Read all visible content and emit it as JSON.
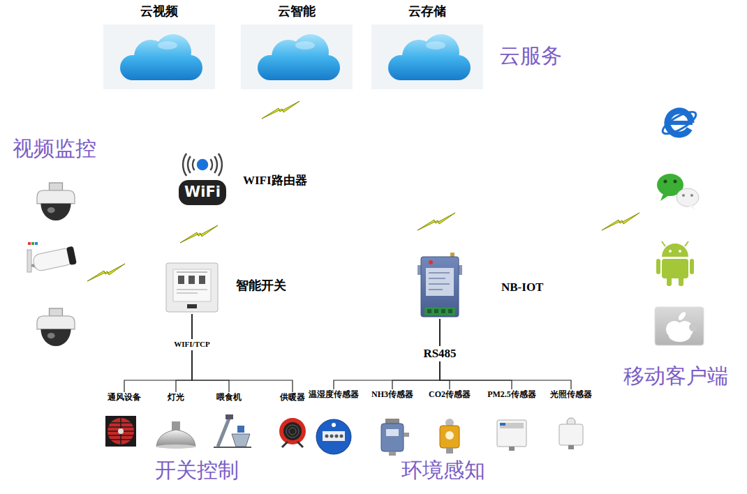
{
  "diagram": {
    "nodes": [
      {
        "text": [
          "云视频"
        ]
      },
      {
        "text": [
          "云智能"
        ]
      },
      {
        "text": [
          "云存储"
        ]
      },
      {
        "text": [
          "WIFI路由器"
        ]
      },
      {
        "text": [
          "智能开关"
        ]
      },
      {
        "text": [
          "NB-IOT"
        ]
      },
      {
        "text": [
          "通风设备"
        ]
      },
      {
        "text": [
          "灯光"
        ]
      },
      {
        "text": [
          "喂食机"
        ]
      },
      {
        "text": [
          "供暖器"
        ]
      },
      {
        "text": [
          "温湿度传感器"
        ]
      },
      {
        "text": [
          "NH3传感器"
        ]
      },
      {
        "text": [
          "CO2传感器"
        ]
      },
      {
        "text": [
          "PM2.5传感器"
        ]
      },
      {
        "text": [
          "光照传感器"
        ]
      }
    ],
    "edges": [
      {
        "from": 4,
        "to": 6,
        "arrow": "none",
        "label": "WIFI/TCP"
      },
      {
        "from": 4,
        "to": 7,
        "arrow": "none"
      },
      {
        "from": 4,
        "to": 8,
        "arrow": "none"
      },
      {
        "from": 4,
        "to": 9,
        "arrow": "none"
      },
      {
        "from": 5,
        "to": 10,
        "arrow": "none",
        "label": "RS485"
      },
      {
        "from": 5,
        "to": 11,
        "arrow": "none"
      },
      {
        "from": 5,
        "to": 12,
        "arrow": "none"
      },
      {
        "from": 5,
        "to": 13,
        "arrow": "none"
      },
      {
        "from": 5,
        "to": 14,
        "arrow": "none"
      }
    ],
    "labels": [
      "云服务",
      "视频监控",
      "开关控制",
      "环境感知",
      "移动客户端",
      "WiFi"
    ]
  }
}
